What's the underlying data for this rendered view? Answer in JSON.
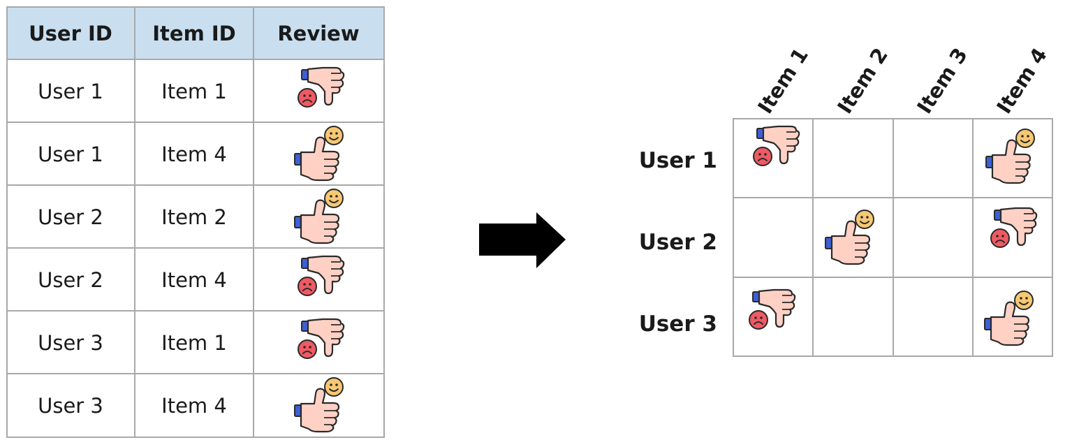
{
  "left_table": {
    "headers": [
      "User ID",
      "Item ID",
      "Review"
    ],
    "rows": [
      {
        "user": "User 1",
        "item": "Item 1",
        "review": "dislike"
      },
      {
        "user": "User 1",
        "item": "Item 4",
        "review": "like"
      },
      {
        "user": "User 2",
        "item": "Item 2",
        "review": "like"
      },
      {
        "user": "User 2",
        "item": "Item 4",
        "review": "dislike"
      },
      {
        "user": "User 3",
        "item": "Item 1",
        "review": "dislike"
      },
      {
        "user": "User 3",
        "item": "Item 4",
        "review": "like"
      }
    ]
  },
  "matrix": {
    "columns": [
      "Item 1",
      "Item 2",
      "Item 3",
      "Item 4"
    ],
    "rows": [
      "User 1",
      "User 2",
      "User 3"
    ],
    "cells": [
      [
        "dislike",
        "",
        "",
        "like"
      ],
      [
        "",
        "like",
        "",
        "dislike"
      ],
      [
        "dislike",
        "",
        "",
        "like"
      ]
    ]
  },
  "icons": {
    "like": "thumbs-up-with-happy-face-icon",
    "dislike": "thumbs-down-with-sad-face-icon",
    "arrow": "right-arrow-icon"
  },
  "colors": {
    "header_fill": "#c9dff0",
    "grid_line": "#a8a8a8",
    "skin": "#ffd1c4",
    "skin_outline": "#2a2a2a",
    "cuff": "#3d5fd6",
    "happy_face": "#f7c873",
    "sad_face": "#ef5a63",
    "arrow": "#000000"
  }
}
